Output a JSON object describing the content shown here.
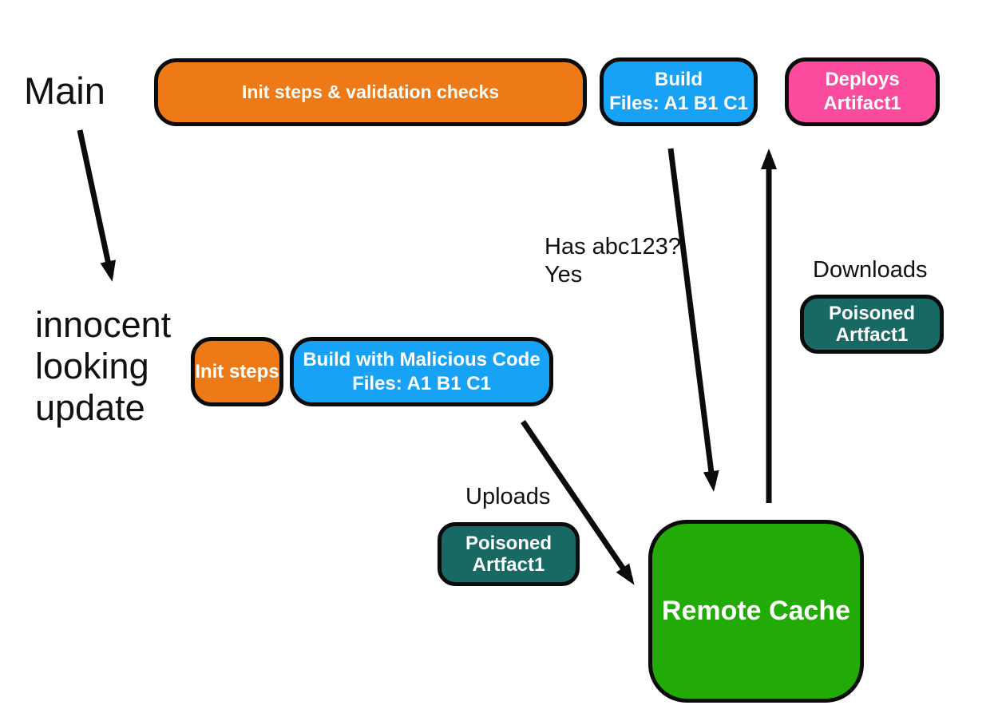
{
  "diagram": {
    "title_context": "CI cache poisoning flow",
    "labels": {
      "main": "Main",
      "innocent_line1": "innocent",
      "innocent_line2": "looking",
      "innocent_line3": "update",
      "has_hash_line1": "Has abc123?",
      "has_hash_line2": "Yes",
      "downloads": "Downloads",
      "uploads": "Uploads"
    },
    "nodes": {
      "init_validation": {
        "label": "Init steps & validation checks",
        "color": "#ED7A16"
      },
      "build": {
        "line1": "Build",
        "line2": "Files: A1 B1 C1",
        "color": "#18A2F6"
      },
      "deploys": {
        "line1": "Deploys",
        "line2": "Artifact1",
        "color": "#FA4B9E"
      },
      "init_steps": {
        "label": "Init steps",
        "color": "#ED7A16"
      },
      "build_malicious": {
        "line1": "Build with Malicious Code",
        "line2": "Files: A1 B1 C1",
        "color": "#18A2F6"
      },
      "poisoned_download": {
        "line1": "Poisoned",
        "line2": "Artfact1",
        "color": "#186864"
      },
      "poisoned_upload": {
        "line1": "Poisoned",
        "line2": "Artfact1",
        "color": "#186864"
      },
      "remote_cache": {
        "label": "Remote Cache",
        "color": "#22AB07"
      }
    },
    "colors": {
      "orange": "#ED7A16",
      "blue": "#18A2F6",
      "pink": "#FA4B9E",
      "teal": "#186864",
      "green": "#22AB07",
      "outline": "#0b0b0b",
      "label_text": "#111111",
      "node_text": "#ffffff",
      "background": "#ffffff"
    }
  }
}
